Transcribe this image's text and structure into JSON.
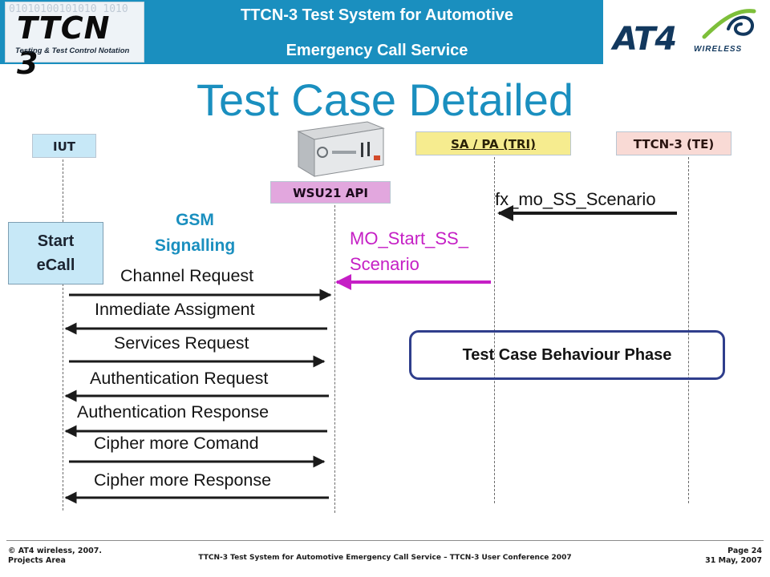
{
  "header": {
    "title_line1": "TTCN-3 Test System for Automotive",
    "title_line2": "Emergency Call Service",
    "colors": {
      "band": "#1a8fbf",
      "title_blue": "#1a8fbf"
    }
  },
  "logos": {
    "ttcn3": {
      "wordmark": "TTCN 3",
      "tagline": "Testing & Test Control Notation",
      "binary_background": "01010100101010 1010"
    },
    "at4": {
      "name": "AT4",
      "subtitle": "WIRELESS"
    }
  },
  "page_title": "Test Case Detailed",
  "lanes": {
    "iut": "IUT",
    "wsu": "WSU21 API",
    "sapa": "SA / PA (TRI)",
    "ttcn": "TTCN-3 (TE)"
  },
  "start_ecall": {
    "line1": "Start",
    "line2": "eCall"
  },
  "gsm_label": {
    "line1": "GSM",
    "line2": "Signalling"
  },
  "messages": [
    {
      "label": "Channel Request",
      "direction": "right"
    },
    {
      "label": "Inmediate Assigment",
      "direction": "left"
    },
    {
      "label": "Services Request",
      "direction": "right"
    },
    {
      "label": "Authentication Request",
      "direction": "left"
    },
    {
      "label": "Authentication Response",
      "direction": "left"
    },
    {
      "label": "Cipher more Comand",
      "direction": "right"
    },
    {
      "label": "Cipher more Response",
      "direction": "left"
    }
  ],
  "mo_start": {
    "line1": "MO_Start_SS_",
    "line2": "Scenario",
    "color": "#c51fc5"
  },
  "fx_call": "fx_mo_SS_Scenario",
  "behaviour_phase": "Test Case Behaviour Phase",
  "footer": {
    "copyright": "© AT4 wireless, 2007.",
    "area": "Projects Area",
    "center": "TTCN-3 Test System for Automotive Emergency Call Service – TTCN-3 User Conference 2007",
    "page": "Page 24",
    "date": "31 May, 2007"
  }
}
